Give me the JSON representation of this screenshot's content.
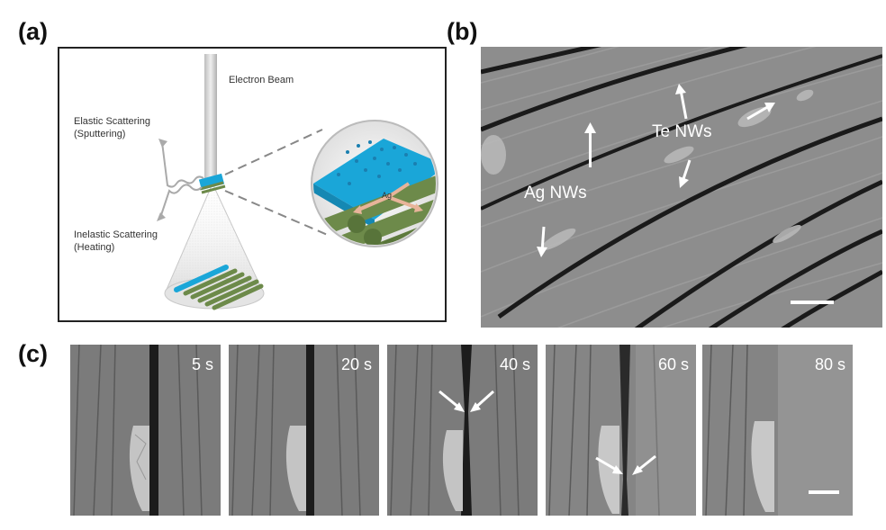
{
  "labels": {
    "a": "(a)",
    "b": "(b)",
    "c": "(c)"
  },
  "panel_a": {
    "electron_beam": "Electron Beam",
    "elastic_line1": "Elastic Scattering",
    "elastic_line2": "(Sputtering)",
    "inelastic_line1": "Inelastic Scattering",
    "inelastic_line2": "(Heating)",
    "ag_label": "Ag"
  },
  "panel_b": {
    "te_label": "Te NWs",
    "ag_label": "Ag NWs"
  },
  "panel_c": {
    "times": [
      "5 s",
      "20 s",
      "40 s",
      "60 s",
      "80 s"
    ]
  },
  "colors": {
    "nanowire_cyan": "#1aa6d8",
    "nanowire_green": "#6d8a4a",
    "arrow_peach": "#e8b49a"
  }
}
